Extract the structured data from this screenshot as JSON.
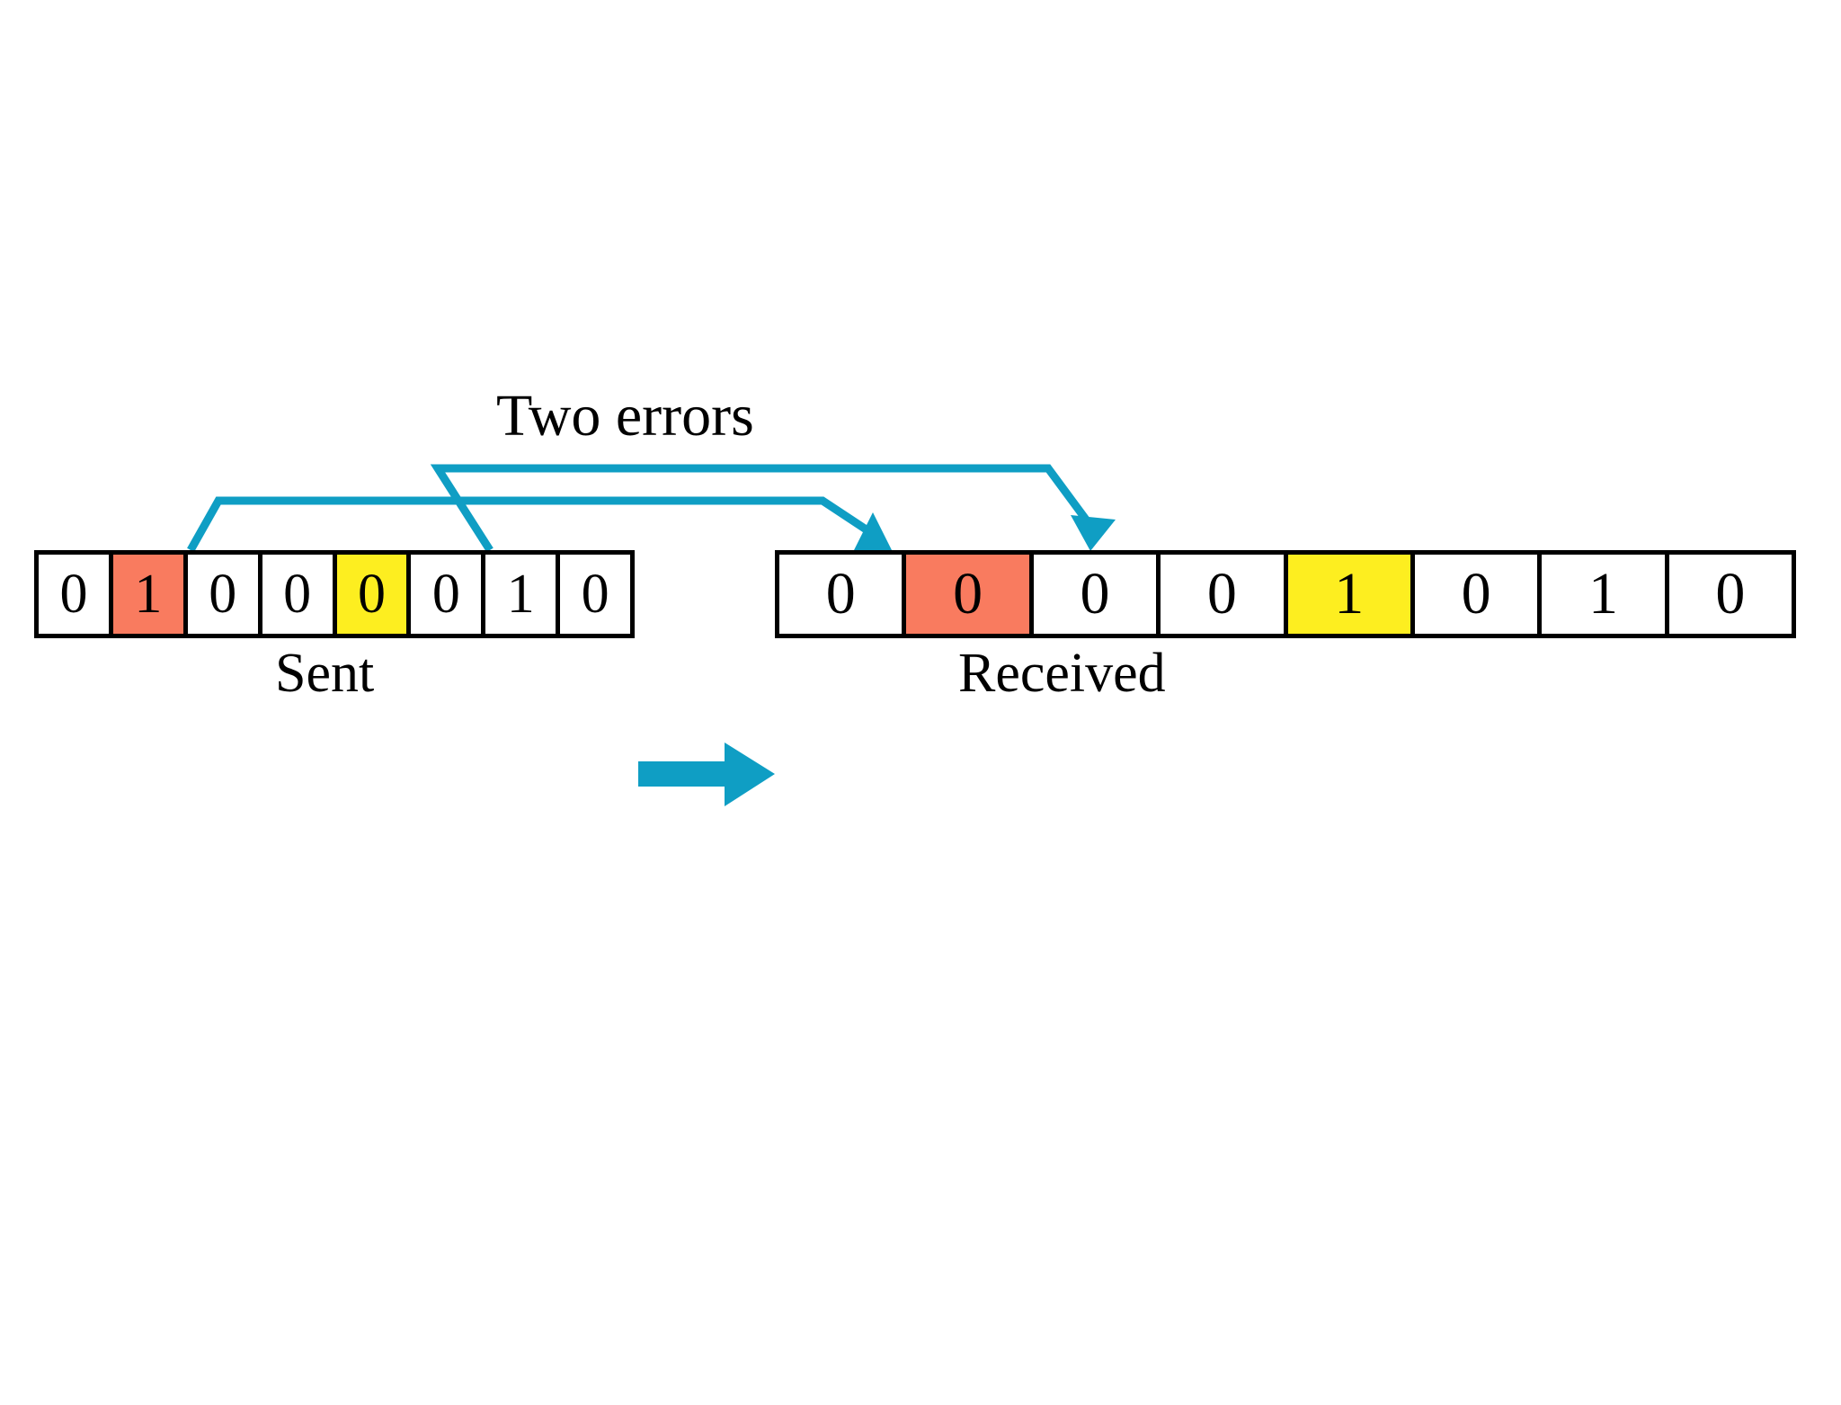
{
  "diagram": {
    "title": "Two errors",
    "accent_color": "#0f9ec4",
    "error_red": "#f97b5f",
    "error_yellow": "#fdee20",
    "background": "#ffffff",
    "outline": "#000000"
  },
  "sent": {
    "caption": "Sent",
    "bits": [
      {
        "value": "0",
        "highlight": "none"
      },
      {
        "value": "1",
        "highlight": "red"
      },
      {
        "value": "0",
        "highlight": "none"
      },
      {
        "value": "0",
        "highlight": "none"
      },
      {
        "value": "0",
        "highlight": "yellow"
      },
      {
        "value": "0",
        "highlight": "none"
      },
      {
        "value": "1",
        "highlight": "none"
      },
      {
        "value": "0",
        "highlight": "none"
      }
    ]
  },
  "received": {
    "caption": "Received",
    "bits": [
      {
        "value": "0",
        "highlight": "none"
      },
      {
        "value": "0",
        "highlight": "red"
      },
      {
        "value": "0",
        "highlight": "none"
      },
      {
        "value": "0",
        "highlight": "none"
      },
      {
        "value": "1",
        "highlight": "yellow"
      },
      {
        "value": "0",
        "highlight": "none"
      },
      {
        "value": "1",
        "highlight": "none"
      },
      {
        "value": "0",
        "highlight": "none"
      }
    ]
  },
  "connectors": [
    {
      "name": "error-connector-bit2",
      "from_label": "sent bit 2 (red)",
      "to_label": "received bit 2 (red)",
      "arrowhead": "down"
    },
    {
      "name": "error-connector-bit5",
      "from_label": "sent bit 5 (yellow)",
      "to_label": "received bit 5 (yellow)",
      "arrowhead": "down-right"
    },
    {
      "name": "transmission-arrow",
      "from_label": "sent array",
      "to_label": "received array",
      "arrowhead": "right"
    }
  ]
}
